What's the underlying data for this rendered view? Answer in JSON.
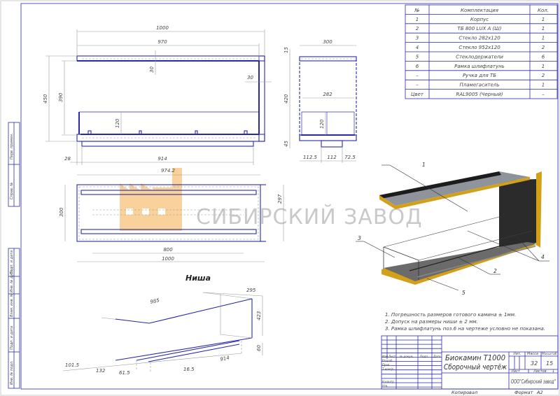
{
  "spec_table": {
    "headers": [
      "№",
      "Комплектация",
      "Кол."
    ],
    "rows": [
      [
        "1",
        "Корпус",
        "1"
      ],
      [
        "2",
        "ТБ 800 LUX A (Ш)",
        "1"
      ],
      [
        "3",
        "Стекло 282х120",
        "1"
      ],
      [
        "4",
        "Стекло 952х120",
        "2"
      ],
      [
        "5",
        "Стеклодержатели",
        "6"
      ],
      [
        "6",
        "Рамка шлифлатунь",
        "1"
      ],
      [
        "–",
        "Ручка для ТБ",
        "2"
      ],
      [
        "–",
        "Пламегаситель",
        "1"
      ],
      [
        "Цвет",
        "RAL9005 (Черный)",
        "–"
      ]
    ]
  },
  "front_view": {
    "dims": [
      "1000",
      "970",
      "30",
      "30",
      "450",
      "390",
      "120",
      "28",
      "914"
    ]
  },
  "side_view": {
    "dims": [
      "300",
      "15",
      "420",
      "45",
      "282",
      "120",
      "112.5",
      "112",
      "72.5"
    ]
  },
  "plan_view": {
    "dims": [
      "974.2",
      "300",
      "297",
      "800",
      "1000"
    ]
  },
  "niche": {
    "title": "Ниша",
    "dims": [
      "985",
      "295",
      "423",
      "60",
      "914",
      "101.5",
      "132",
      "61.5",
      "16.5"
    ]
  },
  "render_callouts": [
    "1",
    "2",
    "3",
    "4",
    "5"
  ],
  "watermark": {
    "text": "СИБИРСКИЙ ЗАВОД",
    "logo_color": "#f6c27a"
  },
  "notes": [
    "1. Погрешность размеров готового камина ± 1мм.",
    "2. Допуск на размеры ниши ± 2 мм.",
    "3. Рамка шлифлатунь поз.6 на чертеже условно не показана."
  ],
  "title_block": {
    "col_headers": [
      "Изм",
      "Лист",
      "№ докум.",
      "Подп.",
      "Дата"
    ],
    "roles": [
      "Разраб.",
      "Пров.",
      "Т.контр.",
      "Н.контр.",
      "Утв."
    ],
    "title_line1": "Биокамин Т1000",
    "title_line2": "Сборочный чертёж",
    "lit_label": "Лит.",
    "mass_label": "Масса",
    "scale_label": "Масштаб",
    "mass": "32",
    "scale": "15",
    "sheet_label": "Лист",
    "sheets_label": "Листов",
    "sheets": "1",
    "company": "ООО\"Сибирский завод\"",
    "copied": "Копировал",
    "format_label": "Формат",
    "format": "А2"
  },
  "side_stamps": [
    "Перв. примен.",
    "Справ. №",
    "Подп. и дата",
    "Инв. № дубл.",
    "Взам. инв. №",
    "Подп. и дата",
    "Инв. № подл."
  ],
  "colors": {
    "line": "#2a2aa8",
    "gold": "#d4a017",
    "dark": "#2b2b2b"
  }
}
